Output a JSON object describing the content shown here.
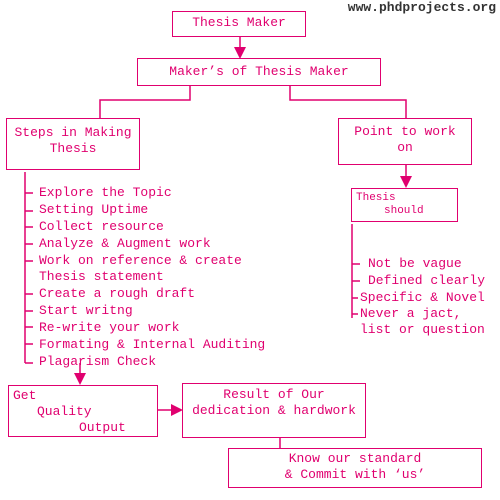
{
  "watermark": "www.phdprojects.org",
  "colors": {
    "accent": "#e0006f",
    "watermark": "#333333"
  },
  "nodes": {
    "thesis_maker": "Thesis Maker",
    "makers": "Maker’s of Thesis Maker",
    "steps_title_1": "Steps in Making",
    "steps_title_2": "Thesis",
    "point_title_1": "Point to work",
    "point_title_2": "on",
    "should_1": "Thesis",
    "should_2": "should",
    "get_1": "Get",
    "get_2": "Quality",
    "get_3": "Output",
    "result_1": "Result of Our",
    "result_2": "dedication & hardwork",
    "know_1": "Know our standard",
    "know_2": "& Commit with ‘us’"
  },
  "steps": [
    "Explore the Topic",
    "Setting Uptime",
    "Collect resource",
    "Analyze & Augment work",
    "Work on reference & create",
    "Thesis statement",
    "Create a rough draft",
    "Start writng",
    "Re-write your work",
    "Formating & Internal Auditing",
    "Plagarism Check"
  ],
  "should_items": [
    "Not be vague",
    "Defined clearly",
    "Specific & Novel",
    "Never a jact,",
    "list or question"
  ]
}
